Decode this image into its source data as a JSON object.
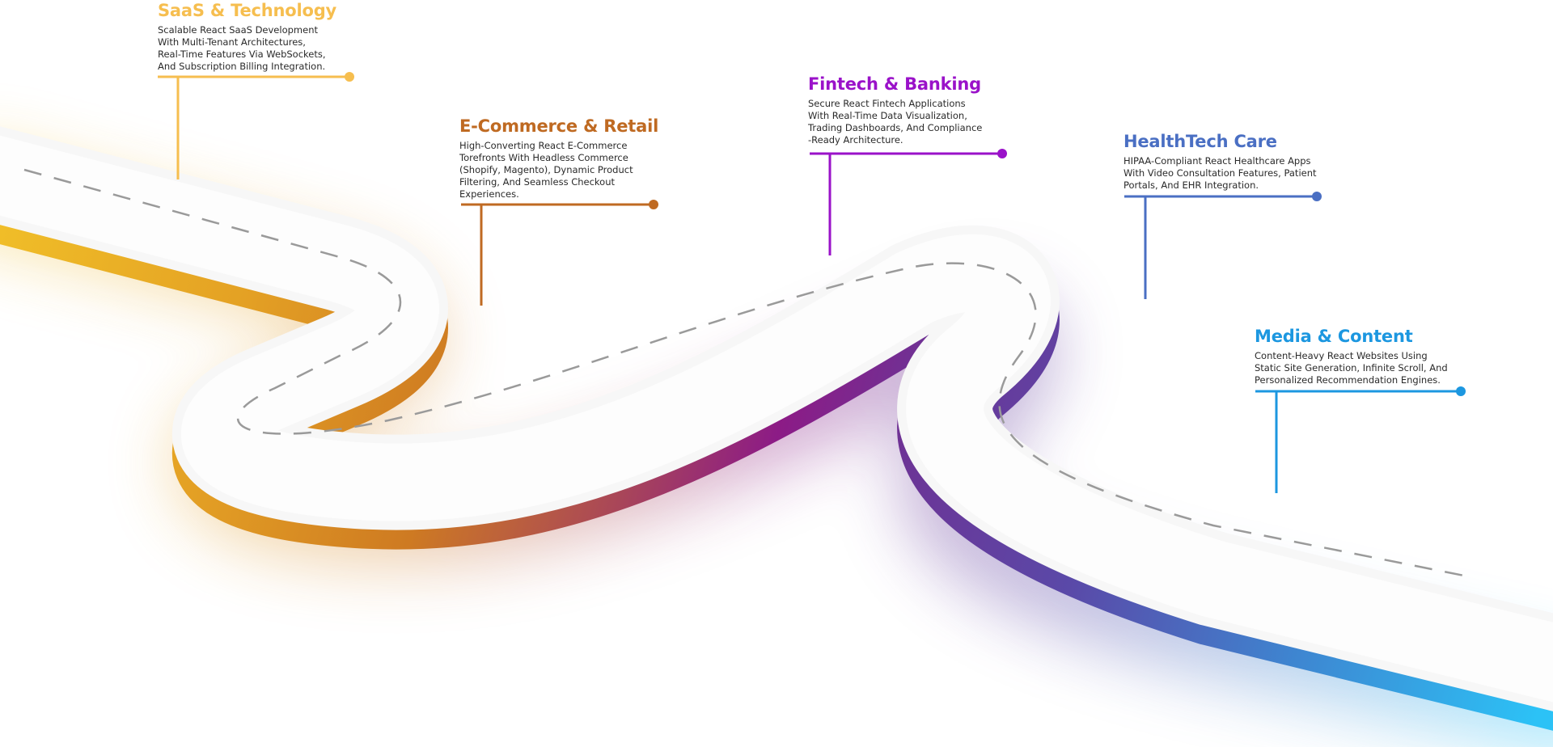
{
  "milestones": [
    {
      "id": "saas",
      "title": "SaaS & Technology",
      "description": "Scalable React SaaS Development\nWith Multi-Tenant Architectures,\nReal-Time Features Via WebSockets,\nAnd Subscription Billing Integration.",
      "color": "#F6BE4F"
    },
    {
      "id": "ecommerce",
      "title": "E-Commerce & Retail",
      "description": "High-Converting React E-Commerce\nTorefronts With Headless Commerce\n(Shopify, Magento), Dynamic Product\nFiltering, And Seamless Checkout\nExperiences.",
      "color": "#BF6A22"
    },
    {
      "id": "fintech",
      "title": "Fintech & Banking",
      "description": "Secure React Fintech Applications\nWith Real-Time Data Visualization,\nTrading Dashboards, And Compliance\n-Ready Architecture.",
      "color": "#9A12C9"
    },
    {
      "id": "healthtech",
      "title": "HealthTech Care",
      "description": "HIPAA-Compliant React Healthcare Apps\nWith Video Consultation Features, Patient\nPortals, And EHR Integration.",
      "color": "#4A6FC3"
    },
    {
      "id": "media",
      "title": "Media & Content",
      "description": "Content-Heavy React Websites Using\nStatic Site Generation, Infinite Scroll, And\nPersonalized Recommendation Engines.",
      "color": "#1C97E0"
    }
  ],
  "road_gradient": [
    "#F0BE28",
    "#E4A124",
    "#CE7A22",
    "#A8455A",
    "#8C1B86",
    "#6C3496",
    "#5A49A8",
    "#3F83CF",
    "#2CC2F6"
  ]
}
